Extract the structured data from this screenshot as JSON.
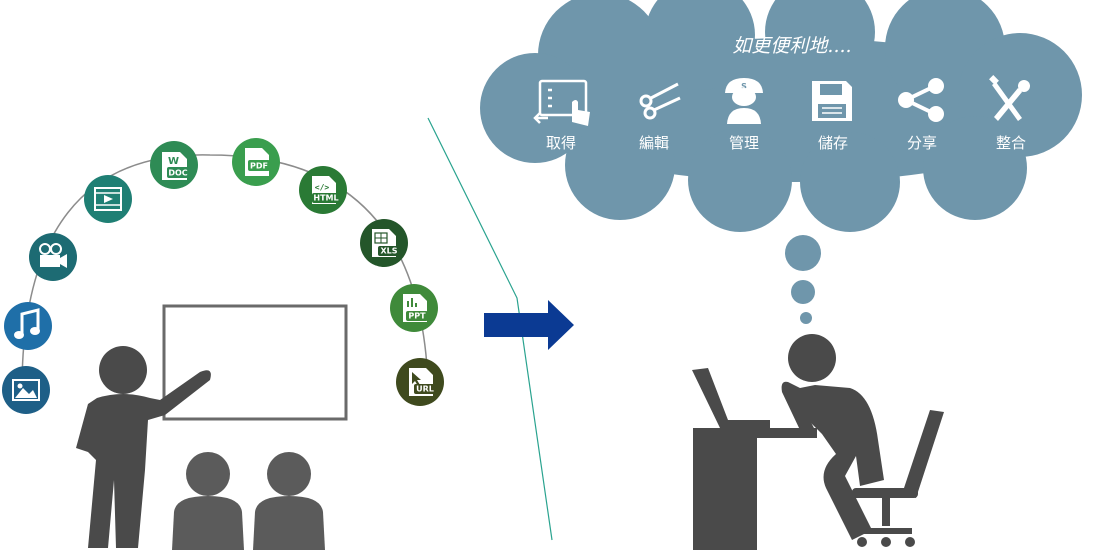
{
  "thought": {
    "title": "如更便利地....",
    "actions": [
      {
        "label": "取得",
        "icon": "tablet-touch-icon"
      },
      {
        "label": "編輯",
        "icon": "scissors-icon"
      },
      {
        "label": "管理",
        "icon": "manager-icon"
      },
      {
        "label": "儲存",
        "icon": "floppy-disk-icon"
      },
      {
        "label": "分享",
        "icon": "share-icon"
      },
      {
        "label": "整合",
        "icon": "tools-icon"
      }
    ]
  },
  "media_arc": [
    {
      "icon": "image-icon",
      "label": "",
      "color": "#1e5f87"
    },
    {
      "icon": "music-icon",
      "label": "",
      "color": "#1f6fa8"
    },
    {
      "icon": "video-camera-icon",
      "label": "",
      "color": "#1d6b73"
    },
    {
      "icon": "film-icon",
      "label": "",
      "color": "#1f7f74"
    },
    {
      "icon": "doc-file-icon",
      "label": "DOC",
      "color": "#2e8b55"
    },
    {
      "icon": "pdf-file-icon",
      "label": "PDF",
      "color": "#3a9e4e"
    },
    {
      "icon": "html-file-icon",
      "label": "HTML",
      "color": "#2a7a35"
    },
    {
      "icon": "xls-file-icon",
      "label": "XLS",
      "color": "#24562a"
    },
    {
      "icon": "ppt-file-icon",
      "label": "PPT",
      "color": "#3f8a3a"
    },
    {
      "icon": "url-file-icon",
      "label": "URL",
      "color": "#3f4a1e"
    }
  ],
  "colors": {
    "cloud": "#6f96ab",
    "figure": "#4a4a4a",
    "arrow": "#0b3a93",
    "divider": "#2aa38f"
  }
}
